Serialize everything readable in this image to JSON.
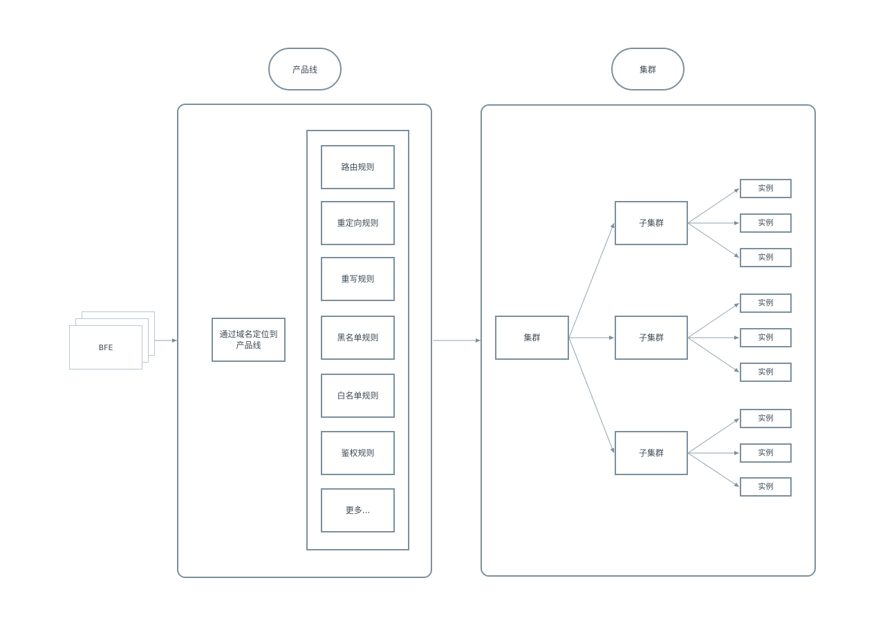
{
  "header": {
    "product_line_label": "产品线",
    "cluster_label": "集群"
  },
  "bfe": {
    "label": "BFE"
  },
  "product_panel": {
    "locate_label": "通过域名定位到产品线",
    "rules": [
      "路由规则",
      "重定向规则",
      "重写规则",
      "黑名单规则",
      "白名单规则",
      "鉴权规则",
      "更多..."
    ]
  },
  "cluster_panel": {
    "root_label": "集群",
    "sub_clusters": [
      {
        "label": "子集群",
        "instances": [
          "实例",
          "实例",
          "实例"
        ]
      },
      {
        "label": "子集群",
        "instances": [
          "实例",
          "实例",
          "实例"
        ]
      },
      {
        "label": "子集群",
        "instances": [
          "实例",
          "实例",
          "实例"
        ]
      }
    ]
  },
  "colors": {
    "stroke": "#7a8f9c",
    "text": "#3d4b57",
    "light_stroke": "#b9c6cd"
  }
}
